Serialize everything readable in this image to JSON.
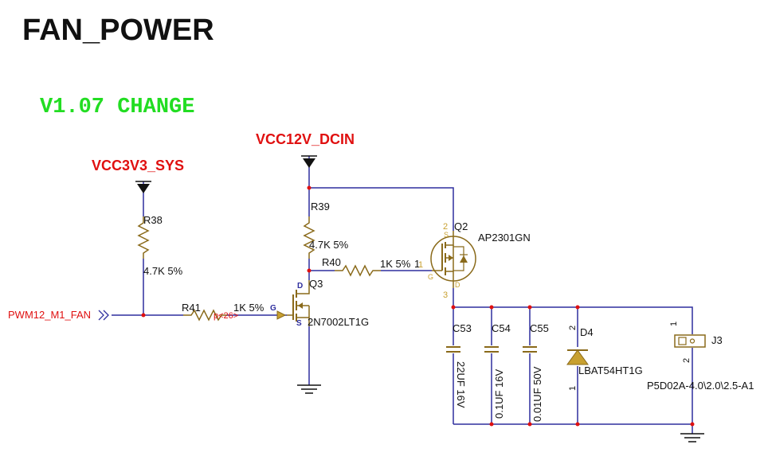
{
  "title": "FAN_POWER",
  "revision_note": "V1.07 CHANGE",
  "nets": {
    "vcc12v": "VCC12V_DCIN",
    "vcc3v3": "VCC3V3_SYS",
    "pwm": "PWM12_M1_FAN"
  },
  "components": {
    "r38": {
      "ref": "R38",
      "value": "4.7K 5%"
    },
    "r39": {
      "ref": "R39",
      "value": "4.7K 5%"
    },
    "r40": {
      "ref": "R40",
      "value": "1K 5%",
      "pin1": "1"
    },
    "r41": {
      "ref": "R41",
      "value": "1K 5%",
      "xref": "p<26>"
    },
    "q2": {
      "ref": "Q2",
      "part": "AP2301GN",
      "pin_s": "S",
      "pin_g": "G",
      "pin_d": "D",
      "pin2": "2",
      "pin1": "1",
      "pin3": "3"
    },
    "q3": {
      "ref": "Q3",
      "part": "2N7002LT1G",
      "pin_d": "D",
      "pin_g": "G",
      "pin_s": "S"
    },
    "c53": {
      "ref": "C53",
      "value": "22UF 16V"
    },
    "c54": {
      "ref": "C54",
      "value": "0.1UF 16V"
    },
    "c55": {
      "ref": "C55",
      "value": "0.01UF 50V"
    },
    "d4": {
      "ref": "D4",
      "part": "LBAT54HT1G",
      "pin2": "2",
      "pin1": "1"
    },
    "j3": {
      "ref": "J3",
      "part": "P5D02A-4.0\\2.0\\2.5-A1",
      "pin1": "1",
      "pin2": "2"
    }
  },
  "colors": {
    "wire": "#2e2e9e",
    "component": "#8a6a1a",
    "net_label": "#e01010",
    "revision": "#22dd22",
    "junction": "#e01010",
    "text": "#111111"
  }
}
